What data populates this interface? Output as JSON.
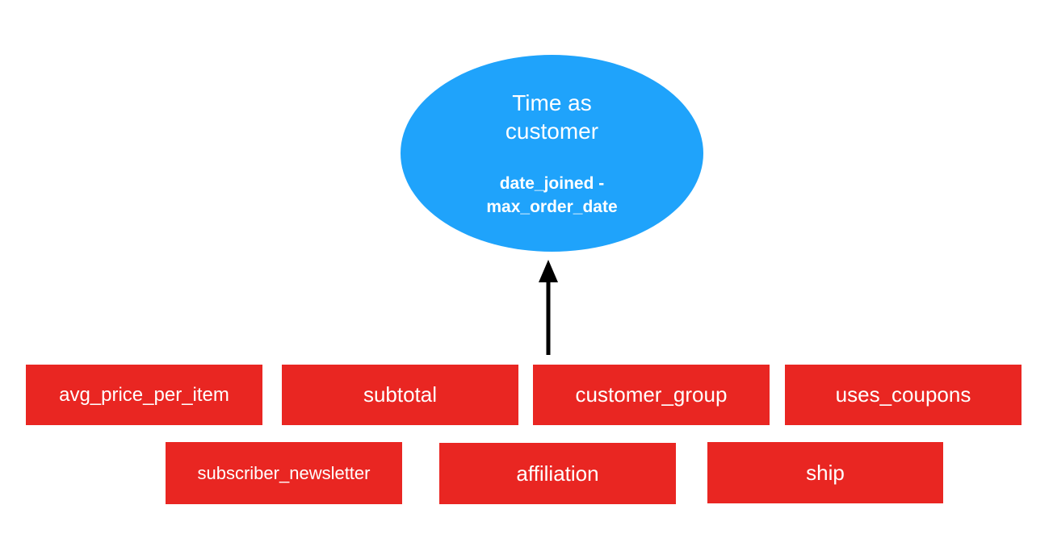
{
  "target": {
    "title": "Time as customer",
    "formula": "date_joined - max_order_date"
  },
  "features": [
    "avg_price_per_item",
    "subtotal",
    "customer_group",
    "uses_coupons",
    "subscriber_newsletter",
    "affiliation",
    "ship"
  ],
  "colors": {
    "target": "#1fa3fb",
    "feature": "#e92622",
    "arrow": "#000000"
  }
}
